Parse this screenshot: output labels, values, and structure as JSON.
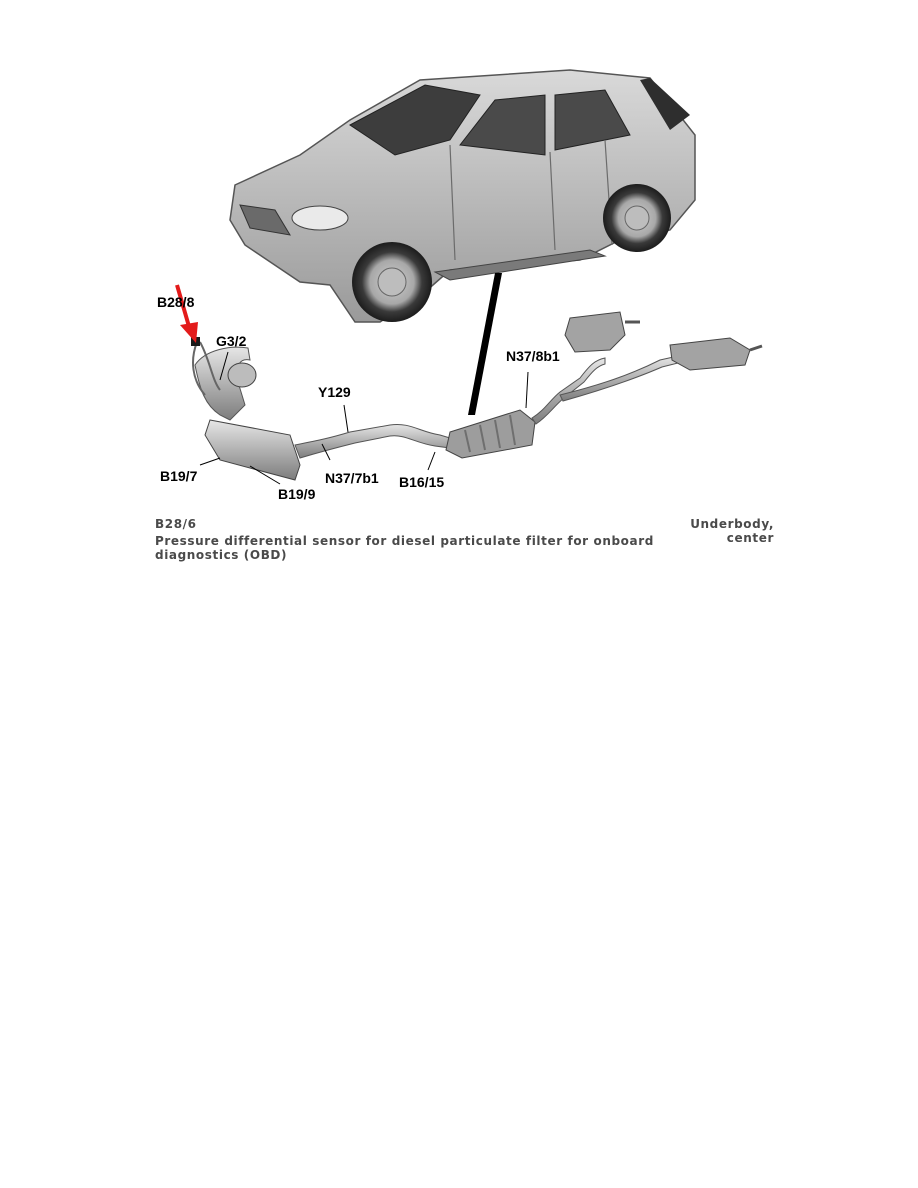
{
  "figure": {
    "callouts": [
      "B28/8",
      "G3/2",
      "Y129",
      "N37/8b1",
      "B19/7",
      "B19/9",
      "N37/7b1",
      "B16/15"
    ],
    "highlight_color": "#e31b1b"
  },
  "caption": {
    "code": "B28/6",
    "description_line1": "Pressure differential sensor for diesel particulate filter for onboard",
    "description_line2": "diagnostics (OBD)",
    "location_line1": "Underbody,",
    "location_line2": "center"
  }
}
